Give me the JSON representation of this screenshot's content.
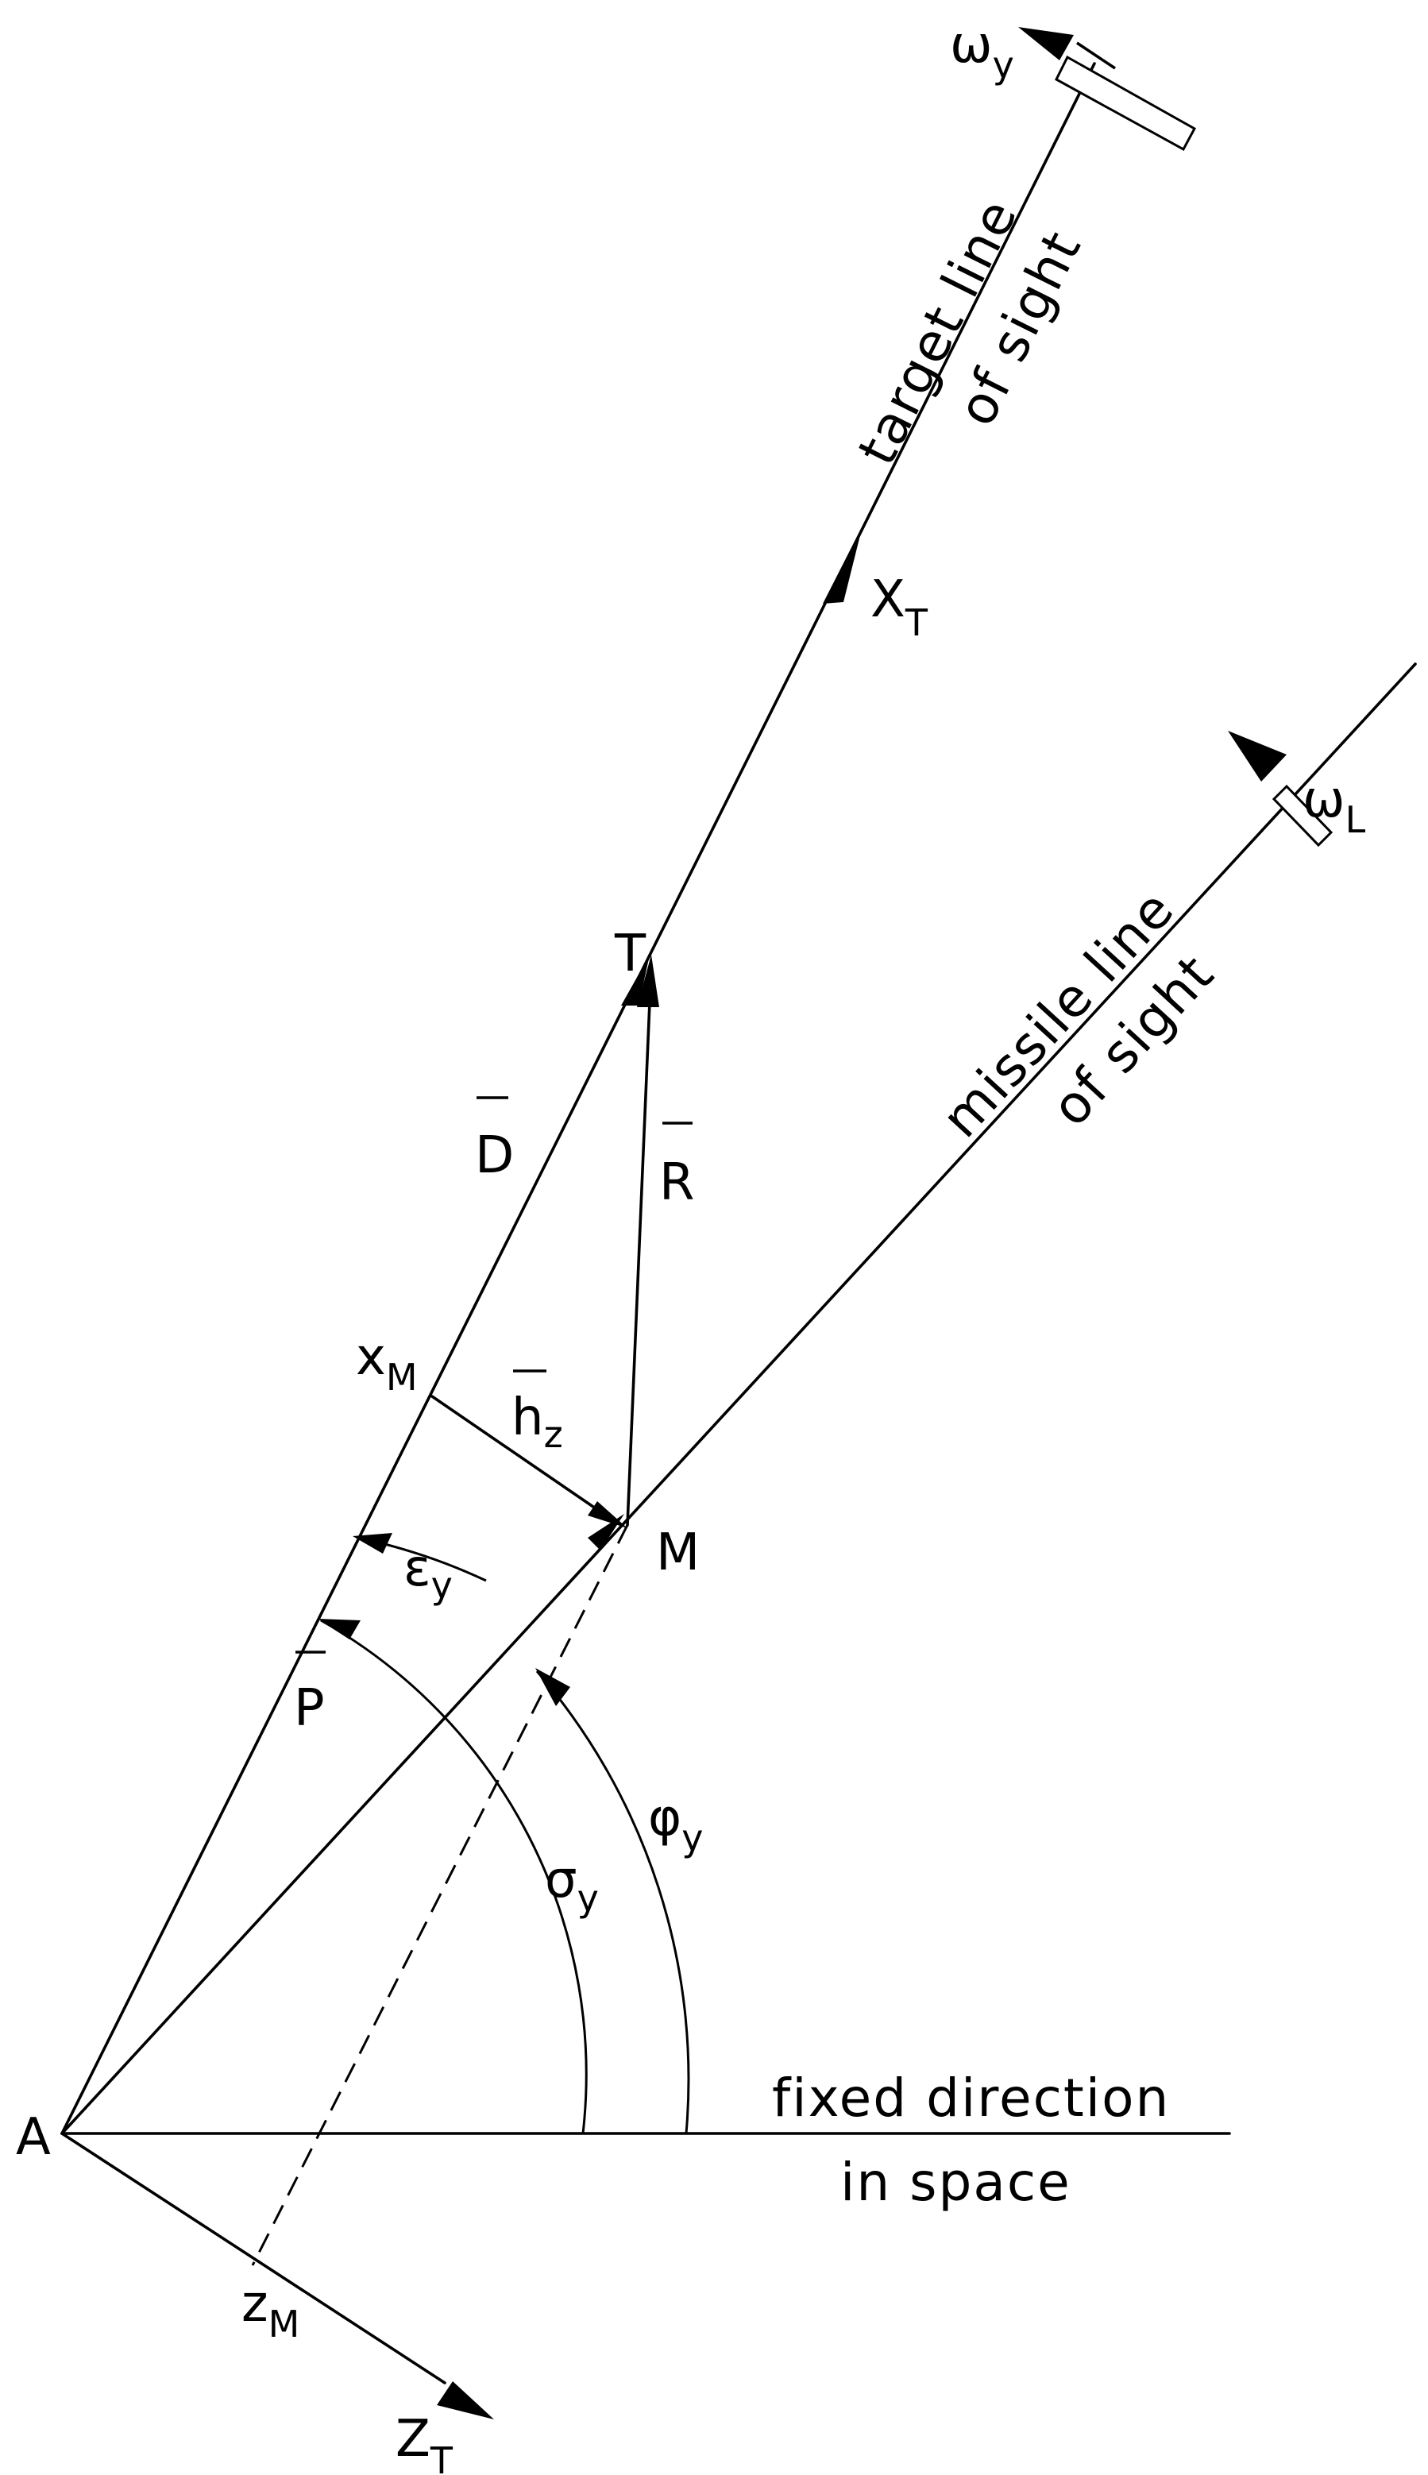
{
  "labels": {
    "target_line": "target line",
    "target_sight": "of sight",
    "missile_line": "missile line",
    "missile_sight": "of sight",
    "fixed_direction": "fixed direction",
    "in_space": "in space"
  },
  "points": {
    "A": "A",
    "T": "T",
    "M": "M"
  },
  "axes": {
    "XT_base": "X",
    "XT_sub": "T",
    "ZT_base": "Z",
    "ZT_sub": "T",
    "xM_base": "x",
    "xM_sub": "M",
    "zM_base": "z",
    "zM_sub": "M"
  },
  "vectors": {
    "D": "D",
    "R": "R",
    "P": "P",
    "h_base": "h",
    "h_sub": "z"
  },
  "angles": {
    "epsilon_base": "ε",
    "epsilon_sub": "y",
    "sigma_base": "σ",
    "sigma_sub": "y",
    "phi_base": "φ",
    "phi_sub": "y"
  },
  "rates": {
    "omega_y_base": "ω",
    "omega_y_sub": "y",
    "omega_L_base": "ω",
    "omega_L_sub": "L"
  }
}
